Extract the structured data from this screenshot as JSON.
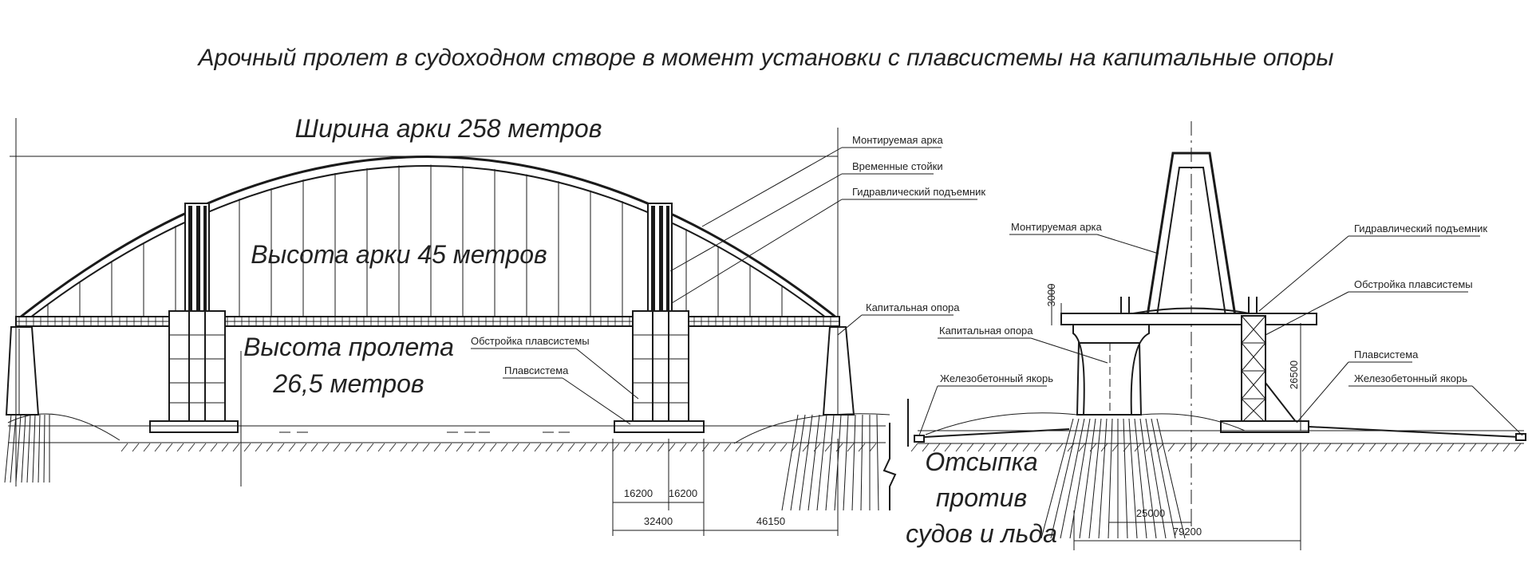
{
  "title": "Арочный пролет в судоходном створе в момент установки с плавсистемы на капитальные опоры",
  "overlay": {
    "arch_width": "Ширина арки 258 метров",
    "arch_height": "Высота арки 45 метров",
    "span_height_1": "Высота пролета",
    "span_height_2": "26,5 метров",
    "fill_1": "Отсыпка",
    "fill_2": "против",
    "fill_3": "судов и льда"
  },
  "side_view_labels": {
    "mounted_arch": "Монтируемая арка",
    "temp_posts": "Временные стойки",
    "hydraulic_lift": "Гидравлический подъемник",
    "main_pier": "Капитальная опора",
    "float_frame": "Обстройка плавсистемы",
    "float_system": "Плавсистема"
  },
  "section_view_labels": {
    "mounted_arch": "Монтируемая арка",
    "main_pier": "Капитальная опора",
    "anchor_left": "Железобетонный якорь",
    "hydraulic_lift": "Гидравлический подъемник",
    "float_frame": "Обстройка плавсистемы",
    "float_system": "Плавсистема",
    "anchor_right": "Железобетонный якорь"
  },
  "dimensions": {
    "d1": "16200",
    "d2": "16200",
    "d3": "32400",
    "d4": "46150",
    "d5": "3000",
    "d6": "26500",
    "d7": "25000",
    "d8": "79200"
  }
}
